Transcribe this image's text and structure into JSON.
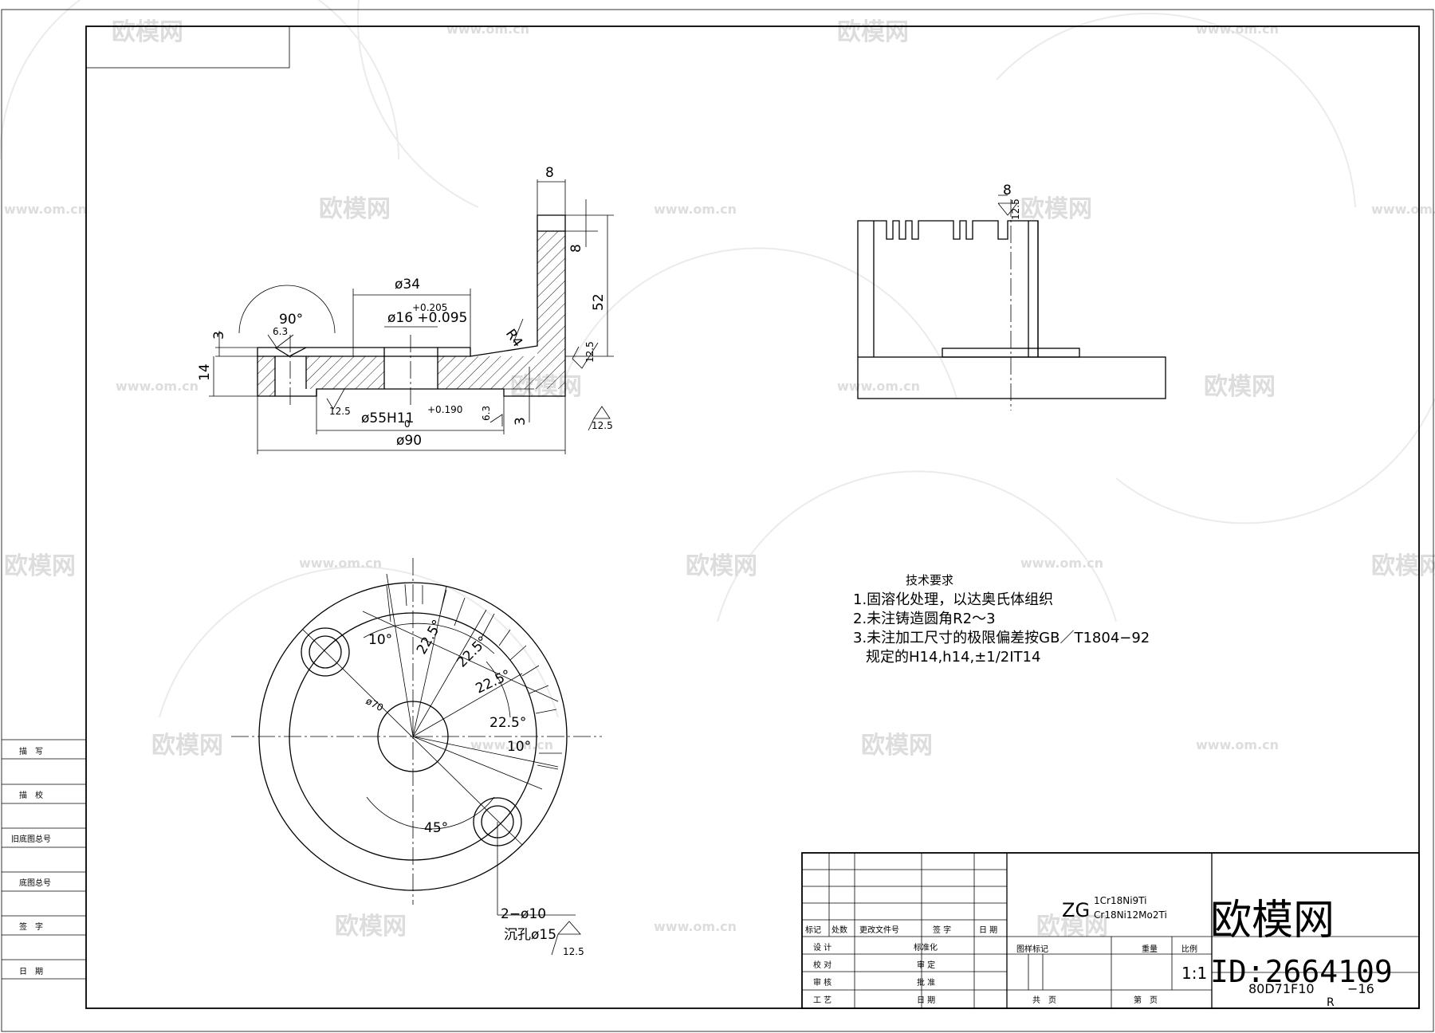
{
  "drawing": {
    "dims_front": {
      "angle_90": "90°",
      "ra_6_3": "6.3",
      "d34": "ø34",
      "tol_upper": "+0.205",
      "d16": "ø16 +0.095",
      "d3_left": "3",
      "d14": "14",
      "d8_top": "8",
      "d8_side": "8",
      "d52": "52",
      "r4": "R4",
      "ra_12_5_mid": "12.5",
      "ra_12_5_left": "12.5",
      "d55": "ø55H11",
      "d55_sub": "0",
      "d55_sup": "+0.190",
      "ra_6_3_b": "6.3",
      "d3_bottom": "3",
      "d90": "ø90",
      "ra_12_5_right": "12.5"
    },
    "dims_side": {
      "d8": "8",
      "ra_12_5": "12.5"
    },
    "dims_top": {
      "a10_top": "10°",
      "a22_1": "22.5°",
      "a22_2": "22.5°",
      "a22_3": "22.5°",
      "a22_4": "22.5°",
      "a10_bottom": "10°",
      "d70": "ø70",
      "a45": "45°",
      "holes": "2−ø10",
      "counterbore": "沉孔ø15",
      "ra_12_5": "12.5"
    },
    "tech": {
      "title": "技术要求",
      "line1": "1.固溶化处理，以达奥氏体组织",
      "line2": "2.未注铸造圆角R2～3",
      "line3": "3.未注加工尺寸的极限偏差按GB／T1804−92",
      "line4": "规定的H14,h14,±1/2IT14"
    }
  },
  "side_panel": {
    "items": [
      "描　写",
      "描　校",
      "旧底图总号",
      "底图总号",
      "签　字",
      "日　期"
    ]
  },
  "title_block": {
    "rev_headers": [
      "标记",
      "处数",
      "更改文件号",
      "签 字",
      "日 期"
    ],
    "sign_rows": [
      [
        "设 计",
        "标准化"
      ],
      [
        "校 对",
        "审 定"
      ],
      [
        "审 核",
        "批 准"
      ],
      [
        "工 艺",
        "日 期"
      ]
    ],
    "material_prefix": "ZG",
    "material_1": "1Cr18Ni9Ti",
    "material_2": "Cr18Ni12Mo2Ti",
    "stage_label": "图样标记",
    "weight_label": "重量",
    "scale_label": "比例",
    "scale_value": "1:1",
    "sheets_total": "共　页",
    "sheet_no": "第　页",
    "part_no": "80D71F10",
    "part_suffix": "−16",
    "r_mark": "R"
  },
  "watermark": {
    "brand": "欧模网",
    "url": "www.om.cn",
    "id": "ID:2664109"
  }
}
